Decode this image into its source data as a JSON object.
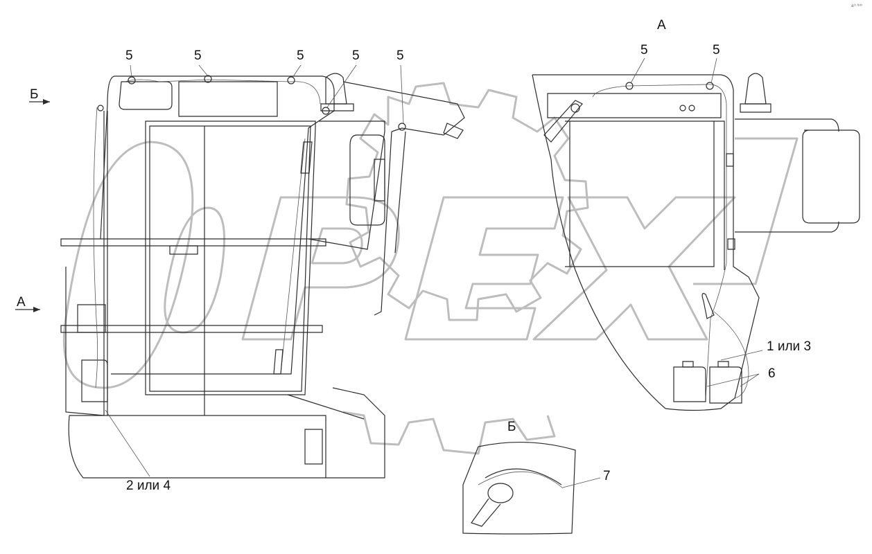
{
  "labels": {
    "part_5": "5",
    "part_1_or_3": "1 или 3",
    "part_2_or_4": "2 или 4",
    "part_6": "6",
    "part_7": "7",
    "view_a": "А",
    "view_b": "Б"
  },
  "watermark": {
    "text": "OPEX",
    "color": "#bdbdbd"
  },
  "corner_mark": "а¹¹ ᵇᵒᵇ"
}
